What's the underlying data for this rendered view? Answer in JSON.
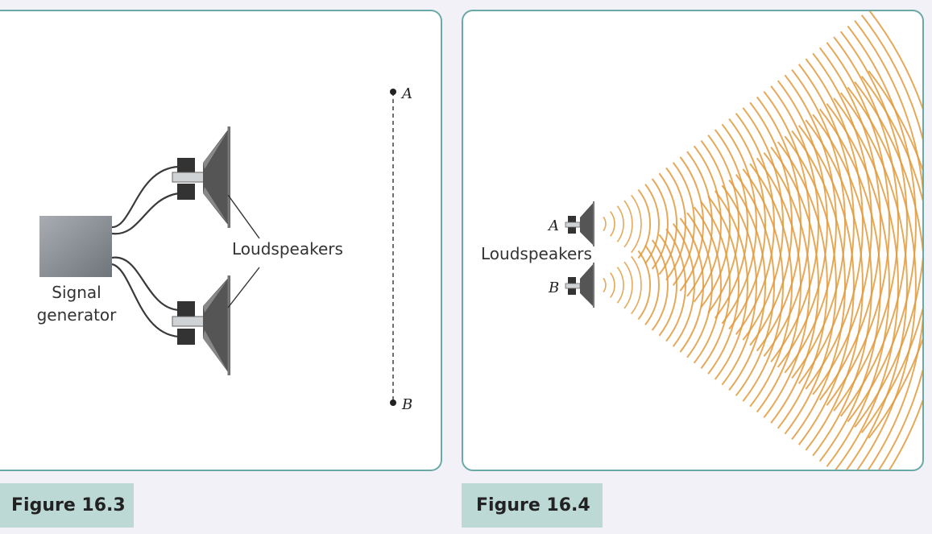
{
  "figure1": {
    "caption": "Figure 16.3",
    "signal_label_line1": "Signal",
    "signal_label_line2": "generator",
    "loudspeakers_label": "Loudspeakers",
    "point_a": "A",
    "point_b": "B"
  },
  "figure2": {
    "caption": "Figure 16.4",
    "loudspeakers_label": "Loudspeakers",
    "speaker_a": "A",
    "speaker_b": "B"
  },
  "colors": {
    "panel_border": "#6aa9a5",
    "caption_bg": "#bcd9d6",
    "wave": "#e09a3c",
    "page_bg": "#f3f1f8"
  }
}
